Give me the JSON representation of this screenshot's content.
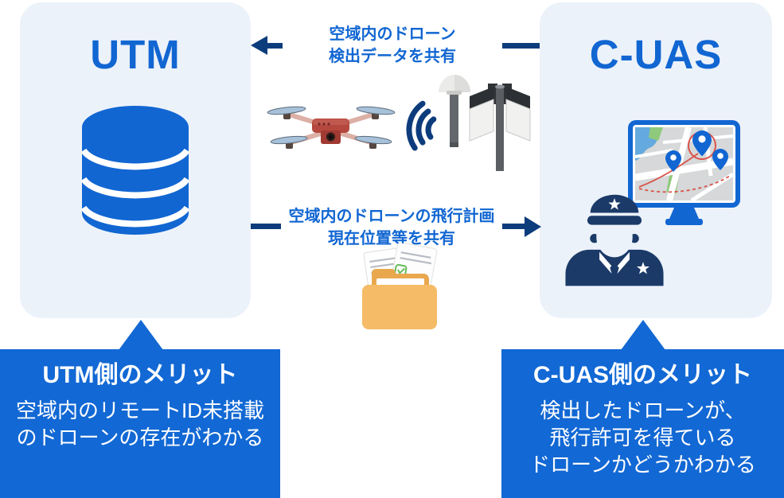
{
  "panels": {
    "utm": {
      "title": "UTM"
    },
    "cuas": {
      "title": "C-UAS"
    }
  },
  "flows": {
    "detection": {
      "direction": "cuas-to-utm",
      "lines": [
        "空域内のドローン",
        "検出データを共有"
      ]
    },
    "flight_plan": {
      "direction": "utm-to-cuas",
      "lines": [
        "空域内のドローンの飛行計画",
        "現在位置等を共有"
      ]
    }
  },
  "merits": {
    "utm": {
      "heading": "UTM側のメリット",
      "lines": [
        "空域内のリモートID未搭載",
        "のドローンの存在がわかる"
      ]
    },
    "cuas": {
      "heading": "C-UAS側のメリット",
      "lines": [
        "検出したドローンが、",
        "飛行許可を得ている",
        "ドローンかどうかわかる"
      ]
    }
  },
  "icons": {
    "database-icon": "stacked blue cylinders",
    "drone-icon": "red quadcopter drone",
    "wifi-signal-icon": "three navy signal arcs",
    "dome-antenna-icon": "radar pole with white dome",
    "cell-antenna-icon": "cell tower with side panels",
    "folder-documents-icon": "orange folder with approved documents",
    "monitor-map-icon": "monitor showing map with location pins",
    "police-officer-icon": "navy police officer silhouette",
    "arrow-left-icon": "navy arrow pointing left",
    "arrow-right-icon": "navy arrow pointing right"
  },
  "colors": {
    "primary_blue": "#1166d2",
    "navy": "#0c3c7c",
    "officer_navy": "#1b3a68",
    "panel_background": "#ecf2fa",
    "merit_box_blue": "#1268d4",
    "folder_orange": "#f5bb66",
    "map_red": "#d9534a",
    "map_green": "#8fc97c",
    "map_water": "#64aade",
    "drone_red": "#b5483e",
    "background": "#ffffff"
  }
}
